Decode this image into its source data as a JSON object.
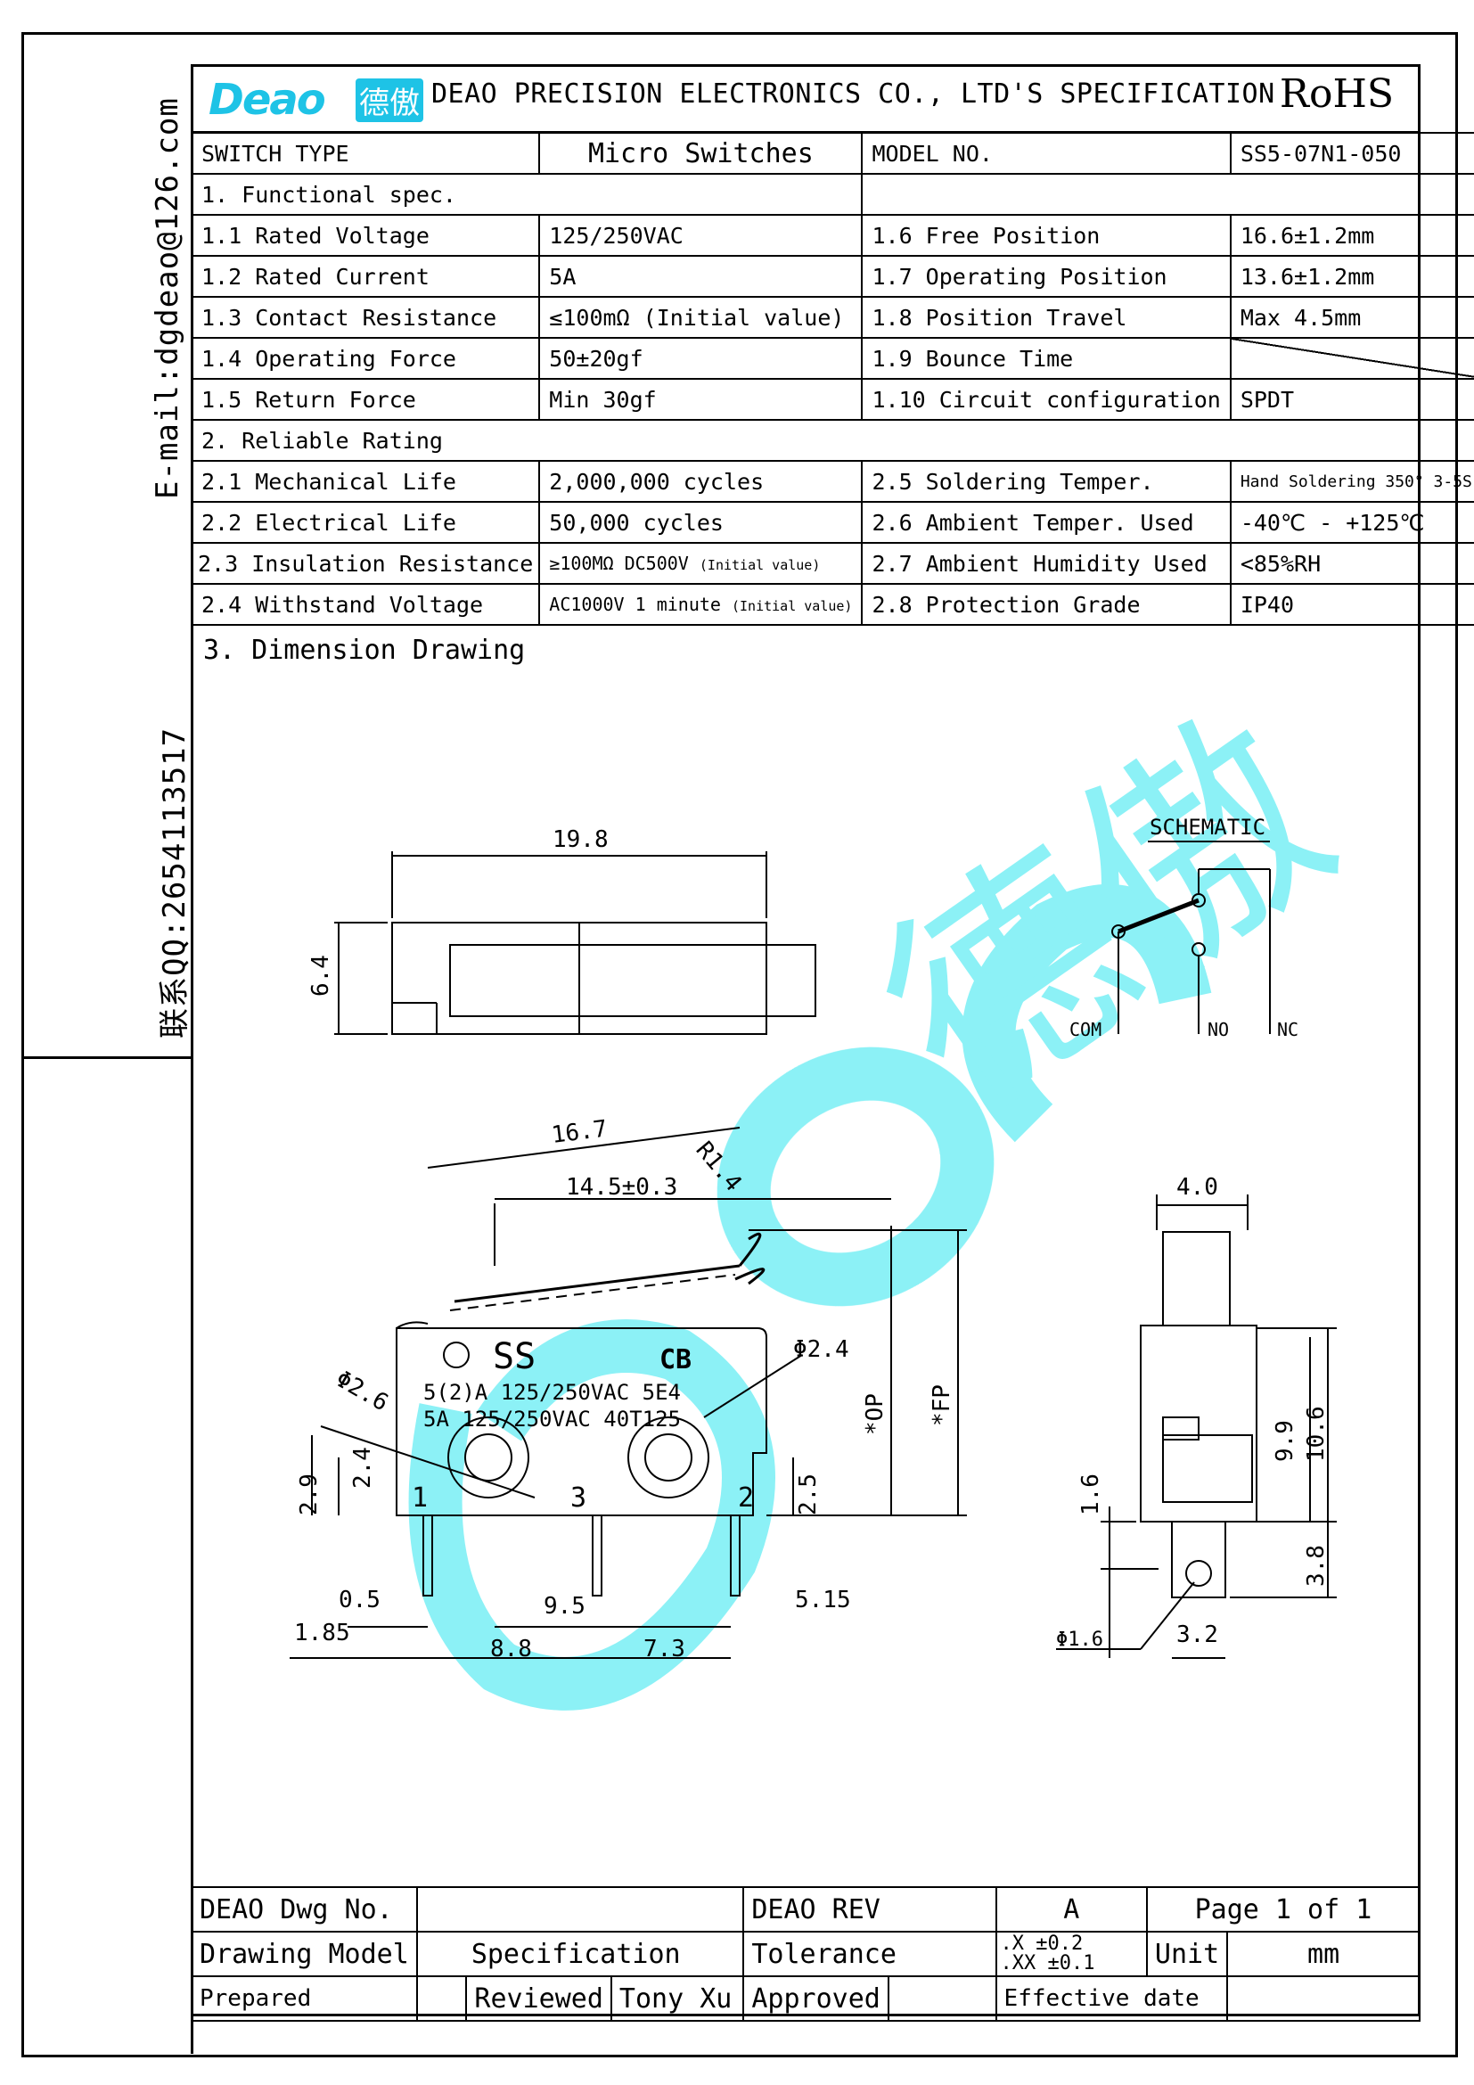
{
  "sidebar": {
    "email": "E-mail:dgdeao@126.com",
    "qq": "联系QQ:2654113517"
  },
  "header": {
    "logo_text": "Deao",
    "logo_cn": "德傲",
    "company": "DEAO PRECISION ELECTRONICS CO., LTD'S SPECIFICATION",
    "rohs": "RoHS"
  },
  "type_row": {
    "switch_type_label": "SWITCH TYPE",
    "switch_type_value": "Micro Switches",
    "model_label": "MODEL NO.",
    "model_value": "SS5-07N1-050"
  },
  "functional": {
    "title": "1. Functional spec.",
    "left": [
      {
        "label": "1.1 Rated Voltage",
        "value": "125/250VAC"
      },
      {
        "label": "1.2 Rated Current",
        "value": "5A"
      },
      {
        "label": "1.3 Contact Resistance",
        "value": "≤100mΩ (Initial value)"
      },
      {
        "label": "1.4 Operating Force",
        "value": "50±20gf"
      },
      {
        "label": "1.5 Return Force",
        "value": "Min 30gf"
      }
    ],
    "right": [
      {
        "label": "1.6  Free Position",
        "value": "16.6±1.2mm"
      },
      {
        "label": "1.7  Operating Position",
        "value": "13.6±1.2mm"
      },
      {
        "label": "1.8  Position Travel",
        "value": "Max 4.5mm"
      },
      {
        "label": "1.9  Bounce Time",
        "value": ""
      },
      {
        "label": "1.10 Circuit configuration",
        "value": "SPDT"
      }
    ]
  },
  "reliable": {
    "title": "2. Reliable Rating",
    "left": [
      {
        "label": "2.1 Mechanical Life",
        "value": "2,000,000 cycles"
      },
      {
        "label": "2.2 Electrical Life",
        "value": "50,000 cycles"
      },
      {
        "label": "2.3 Insulation Resistance",
        "value": "≥100MΩ DC500V",
        "note": "(Initial value)"
      },
      {
        "label": "2.4  Withstand Voltage",
        "value": "AC1000V 1 minute",
        "note": "(Initial value)"
      }
    ],
    "right": [
      {
        "label": "2.5 Soldering Temper.",
        "value": "Hand Soldering 350°  3-5S"
      },
      {
        "label": "2.6 Ambient Temper. Used",
        "value": "-40℃ - +125℃"
      },
      {
        "label": "2.7 Ambient Humidity Used",
        "value": "<85%RH"
      },
      {
        "label": "2.8 Protection Grade",
        "value": "IP40"
      }
    ]
  },
  "drawing": {
    "title": "3.  Dimension Drawing",
    "schematic_title": "SCHEMATIC",
    "com": "COM",
    "no": "NO",
    "nc": "NC",
    "dims": {
      "top_width": "19.8",
      "top_height": "6.4",
      "d167": "16.7",
      "d145": "14.5±0.3",
      "r14": "R1.4",
      "phi24": "Φ2.4",
      "phi26": "Φ2.6",
      "op": "*OP",
      "fp": "*FP",
      "d29": "2.9",
      "d24": "2.4",
      "d25": "2.5",
      "d05": "0.5",
      "d185": "1.85",
      "d95": "9.5",
      "d88": "8.8",
      "d73": "7.3",
      "d515": "5.15",
      "side_w": "4.0",
      "d99": "9.9",
      "d106": "10.6",
      "d16": "1.6",
      "d38": "3.8",
      "d32": "3.2",
      "phi16": "Φ1.6"
    },
    "body_marks": {
      "brand": "SS",
      "cert": "CB",
      "line1": "5(2)A 125/250VAC 5E4",
      "line2": "5A 125/250VAC 40T125",
      "t1": "1",
      "t2": "2",
      "t3": "3"
    }
  },
  "footer": {
    "dwg_label": "DEAO Dwg No.",
    "rev_label": "DEAO REV",
    "rev_value": "A",
    "page": "Page 1 of 1",
    "model_label": "Drawing Model",
    "model_value": "Specification",
    "tol_label": "Tolerance",
    "tol_x": ".X",
    "tol_x_val": "±0.2",
    "tol_xx": ".XX",
    "tol_xx_val": "±0.1",
    "unit_label": "Unit",
    "unit_value": "mm",
    "prepared": "Prepared",
    "reviewed": "Reviewed",
    "reviewer": "Tony Xu",
    "approved": "Approved",
    "effective": "Effective date"
  }
}
